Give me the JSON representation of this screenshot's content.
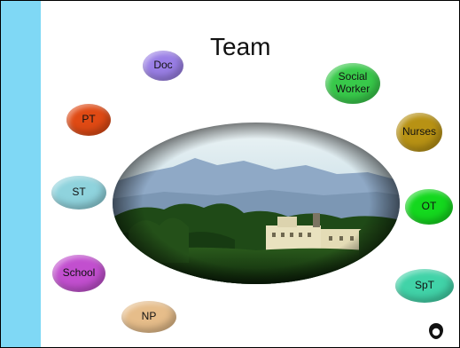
{
  "slide": {
    "title": "Team"
  },
  "roles": [
    {
      "key": "doc",
      "label": "Doc",
      "color": "#9a7fe6"
    },
    {
      "key": "social-worker",
      "label": "Social Worker",
      "color": "#38c94a"
    },
    {
      "key": "pt",
      "label": "PT",
      "color": "#e04a14"
    },
    {
      "key": "nurses",
      "label": "Nurses",
      "color": "#b89214"
    },
    {
      "key": "st",
      "label": "ST",
      "color": "#8fd3dd"
    },
    {
      "key": "ot",
      "label": "OT",
      "color": "#14d81e"
    },
    {
      "key": "school",
      "label": "School",
      "color": "#c24fcf"
    },
    {
      "key": "spt",
      "label": "SpT",
      "color": "#41d3a8"
    },
    {
      "key": "np",
      "label": "NP",
      "color": "#e6bd8a"
    }
  ],
  "colors": {
    "side_bar": "#7fd8f5"
  },
  "icons": {
    "photo": "landscape-photo",
    "logo": "handshake-logo"
  }
}
